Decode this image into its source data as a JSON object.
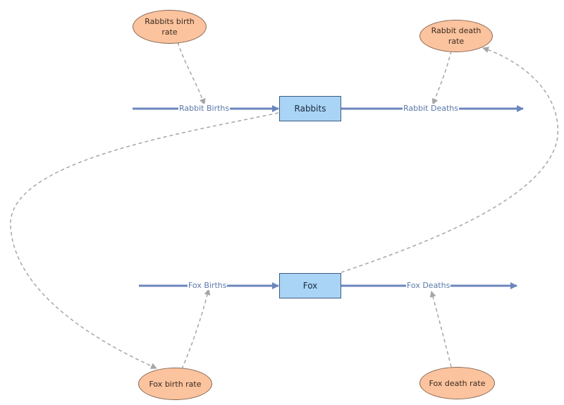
{
  "stocks": {
    "rabbits": "Rabbits",
    "fox": "Fox"
  },
  "flows": {
    "rabbit_births": "Rabbit Births",
    "rabbit_deaths": "Rabbit Deaths",
    "fox_births": "Fox Births",
    "fox_deaths": "Fox Deaths"
  },
  "variables": {
    "rabbits_birth_rate": "Rabbits birth rate",
    "rabbit_death_rate": "Rabbit death rate",
    "fox_birth_rate": "Fox birth rate",
    "fox_death_rate": "Fox death rate"
  },
  "colors": {
    "flow": "#6b86bd",
    "link": "#a6a6a6",
    "stock_fill": "#aad4f5",
    "variable_fill": "#fbc39e"
  }
}
